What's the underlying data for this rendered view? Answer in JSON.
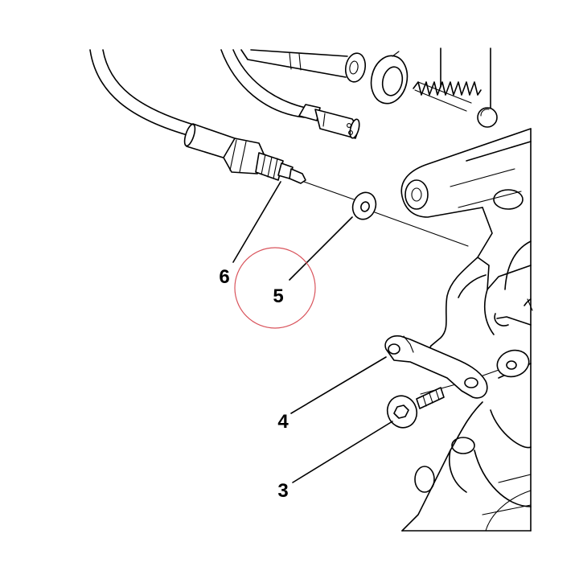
{
  "callouts": {
    "c3": "3",
    "c4": "4",
    "c5": "5",
    "c6": "6"
  },
  "highlight": {
    "target": "5",
    "color": "#d9545c"
  },
  "line_color": "#000000",
  "background": "#ffffff"
}
